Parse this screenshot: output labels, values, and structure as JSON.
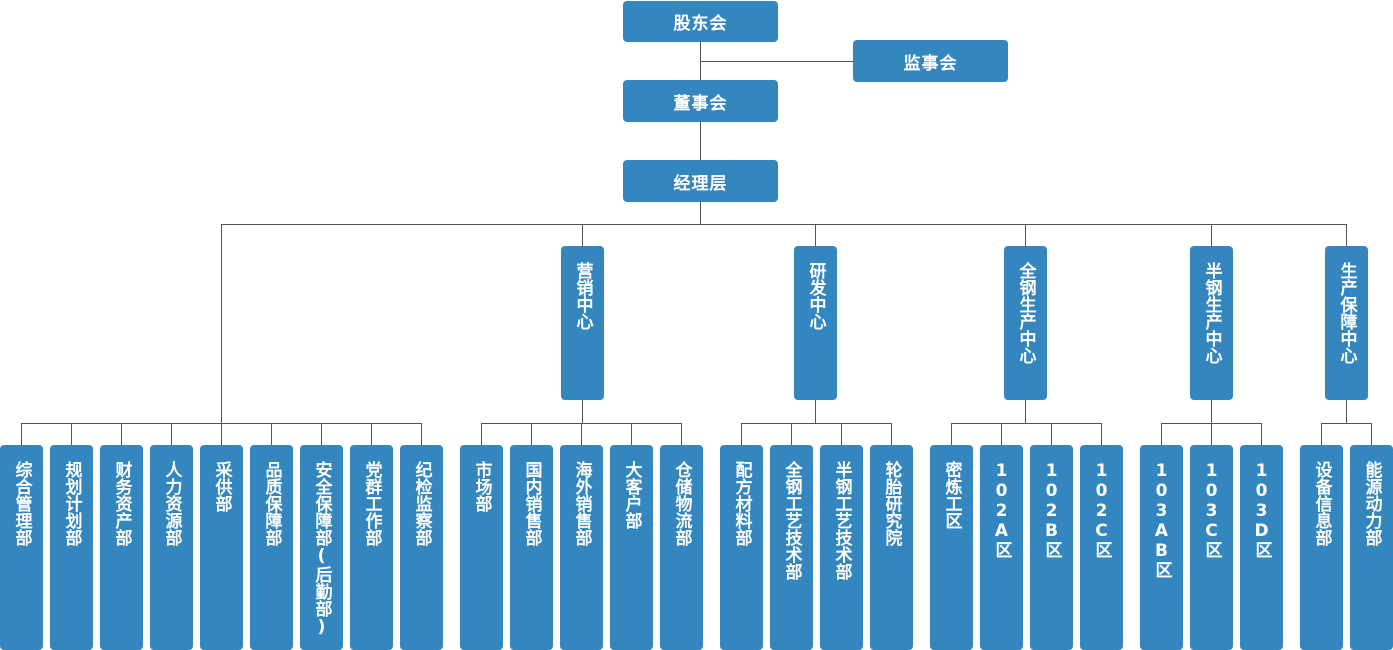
{
  "top": {
    "shareholders": "股东会",
    "supervisors": "监事会",
    "board": "董事会",
    "management": "经理层"
  },
  "centers": [
    "营销中心",
    "研发中心",
    "全钢生产中心",
    "半钢生产中心",
    "生产保障中心"
  ],
  "departments": [
    "综合管理部",
    "规划计划部",
    "财务资产部",
    "人力资源部",
    "采供部",
    "品质保障部",
    "安全保障部(后勤部)",
    "党群工作部",
    "纪检监察部",
    "市场部",
    "国内销售部",
    "海外销售部",
    "大客户部",
    "仓储物流部",
    "配方材料部",
    "全钢工艺技术部",
    "半钢工艺技术部",
    "轮胎研究院",
    "密炼工区",
    "102A区",
    "102B区",
    "102C区",
    "103AB区",
    "103C区",
    "103D区",
    "设备信息部",
    "能源动力部"
  ],
  "colors": {
    "box": "#3486bf",
    "text": "#ffffff",
    "line": "#555555"
  }
}
